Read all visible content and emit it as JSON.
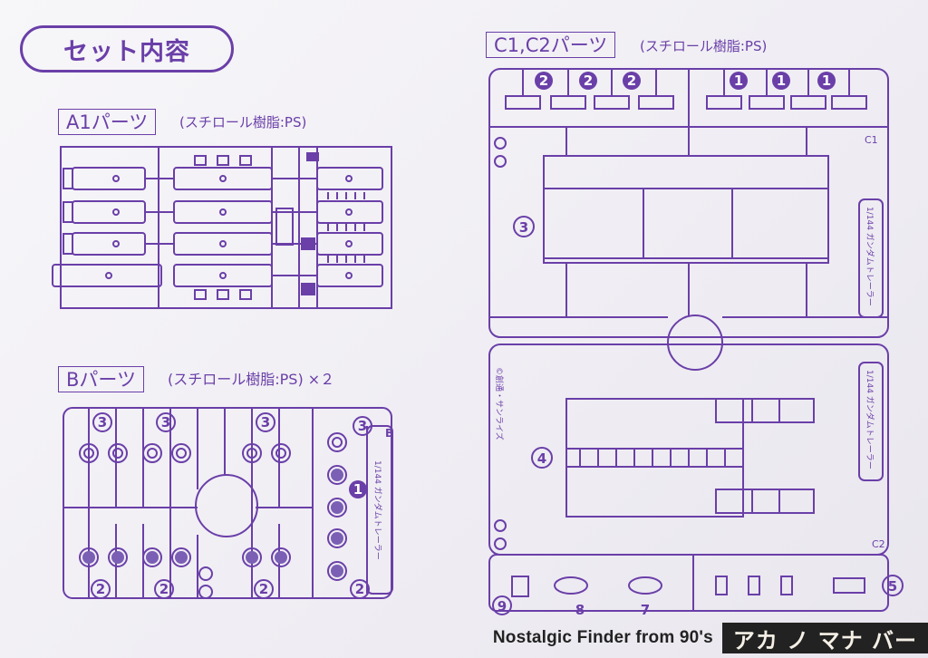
{
  "set_title": "セット内容",
  "a1": {
    "label": "A1パーツ",
    "note": "(スチロール樹脂:PS)"
  },
  "b": {
    "label": "Bパーツ",
    "note": "(スチロール樹脂:PS) ×２"
  },
  "c": {
    "label": "C1,C2パーツ",
    "note": "(スチロール樹脂:PS)"
  },
  "b_runner_text": "1/144 ガンダムトレーラー",
  "b_corner": "B",
  "c_runner_text_1": "1/144 ガンダムトレーラー",
  "c_runner_text_2": "1/144 ガンダムトレーラー",
  "c_copyright": "©創通・サンライズ",
  "c1_corner": "C1",
  "c2_corner": "C2",
  "part_numbers": {
    "c_top": [
      "2",
      "2",
      "2",
      "1",
      "1",
      "1"
    ],
    "c_3": "3",
    "c_4": "4",
    "c_5": "5",
    "c_8": "8",
    "c_7": "7",
    "c_9": "9",
    "b_3": [
      "3",
      "3",
      "3",
      "3"
    ],
    "b_1": "1",
    "b_2": [
      "2",
      "2",
      "2",
      "2"
    ]
  },
  "footer": {
    "caption": "Nostalgic Finder from 90's",
    "logo": "アカ ノ マナ バー"
  },
  "colors": {
    "ink": "#6a3fa8",
    "paper": "#f4f2f6"
  }
}
